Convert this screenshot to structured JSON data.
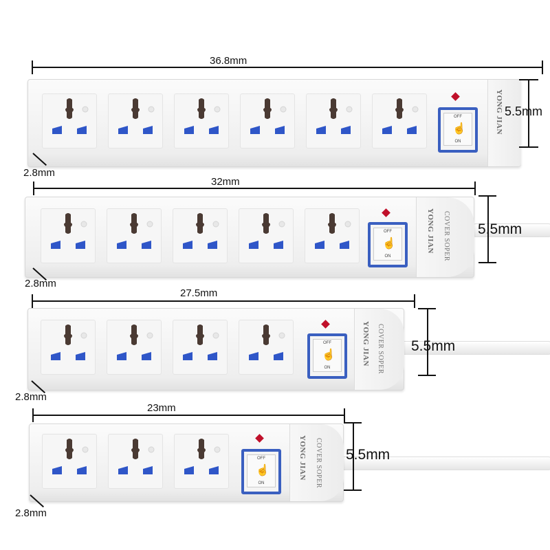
{
  "strips": [
    {
      "outlets": 6,
      "length_label": "36.8mm",
      "height_label": "5.5mm",
      "depth_label": "2.8mm"
    },
    {
      "outlets": 5,
      "length_label": "32mm",
      "height_label": "5.5mm",
      "depth_label": "2.8mm"
    },
    {
      "outlets": 4,
      "length_label": "27.5mm",
      "height_label": "5.5mm",
      "depth_label": "2.8mm"
    },
    {
      "outlets": 3,
      "length_label": "23mm",
      "height_label": "5.5mm",
      "depth_label": "2.8mm"
    }
  ],
  "brand": "YONG JIAN",
  "cover_text": "COVER SOPER",
  "switch": {
    "off_label": "OFF",
    "on_label": "ON"
  },
  "colors": {
    "body": "#f3f3f3",
    "switch_frame": "#3a5fc0",
    "pin_blue": "#2f56c8",
    "led": "#c0102a"
  }
}
